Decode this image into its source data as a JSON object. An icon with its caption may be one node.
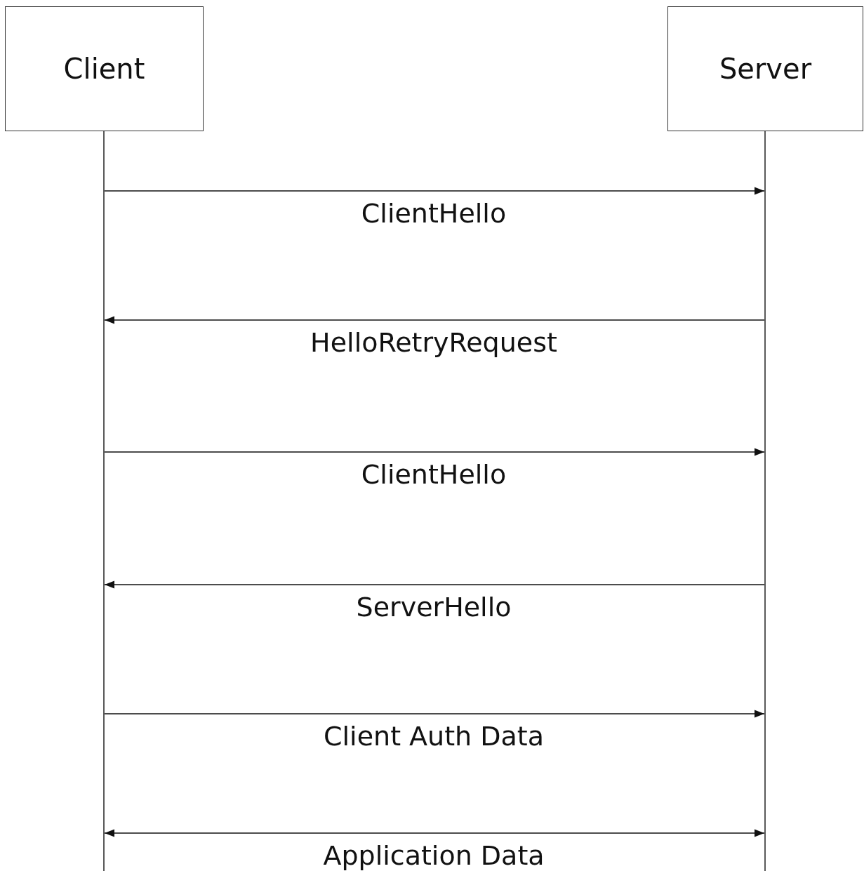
{
  "diagram": {
    "nodes": [
      {
        "text": [
          "Client"
        ]
      },
      {
        "text": [
          "Server"
        ]
      }
    ],
    "edges": [
      {
        "from": 0,
        "to": 1,
        "arrow": "to",
        "label": "ClientHello"
      },
      {
        "from": 1,
        "to": 0,
        "arrow": "to",
        "label": "HelloRetryRequest"
      },
      {
        "from": 0,
        "to": 1,
        "arrow": "to",
        "label": "ClientHello"
      },
      {
        "from": 1,
        "to": 0,
        "arrow": "to",
        "label": "ServerHello"
      },
      {
        "from": 0,
        "to": 1,
        "arrow": "to",
        "label": "Client Auth Data"
      },
      {
        "from": 0,
        "to": 1,
        "arrow": "both",
        "label": "Application Data"
      }
    ]
  }
}
